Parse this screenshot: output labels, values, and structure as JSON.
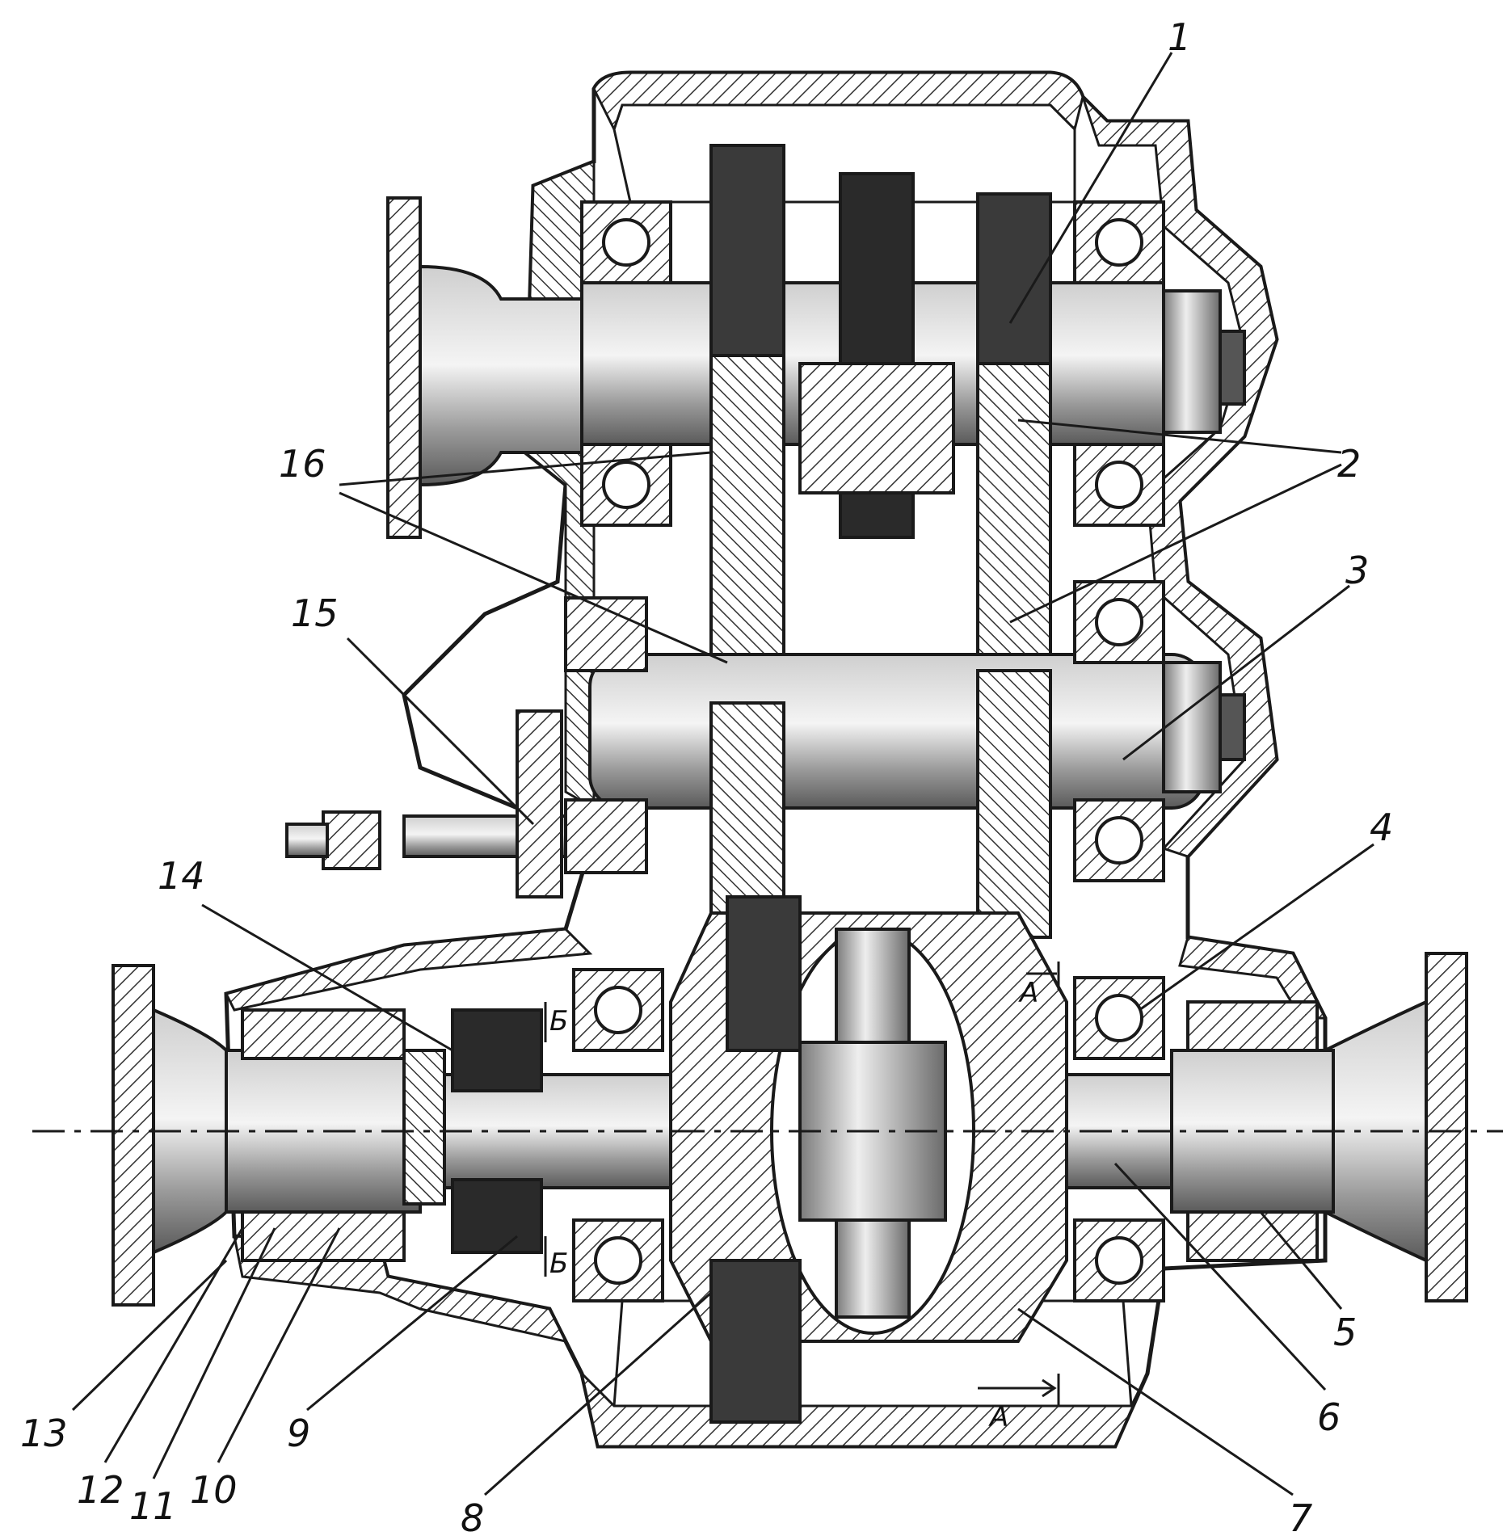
{
  "colors": {
    "ink": "#1a1a1a",
    "hatch": "#333333",
    "shade": "#8c8c8c",
    "dark": "#2a2a2a",
    "paper": "#ffffff"
  },
  "callouts": [
    {
      "id": "1",
      "label": "1"
    },
    {
      "id": "2",
      "label": "2"
    },
    {
      "id": "3",
      "label": "3"
    },
    {
      "id": "4",
      "label": "4"
    },
    {
      "id": "5",
      "label": "5"
    },
    {
      "id": "6",
      "label": "6"
    },
    {
      "id": "7",
      "label": "7"
    },
    {
      "id": "8",
      "label": "8"
    },
    {
      "id": "9",
      "label": "9"
    },
    {
      "id": "10",
      "label": "10"
    },
    {
      "id": "11",
      "label": "11"
    },
    {
      "id": "12",
      "label": "12"
    },
    {
      "id": "13",
      "label": "13"
    },
    {
      "id": "14",
      "label": "14"
    },
    {
      "id": "15",
      "label": "15"
    },
    {
      "id": "16",
      "label": "16"
    }
  ],
  "section_marks": {
    "a_top": "A",
    "a_bottom": "A",
    "b_top": "Б",
    "b_bottom": "Б"
  }
}
